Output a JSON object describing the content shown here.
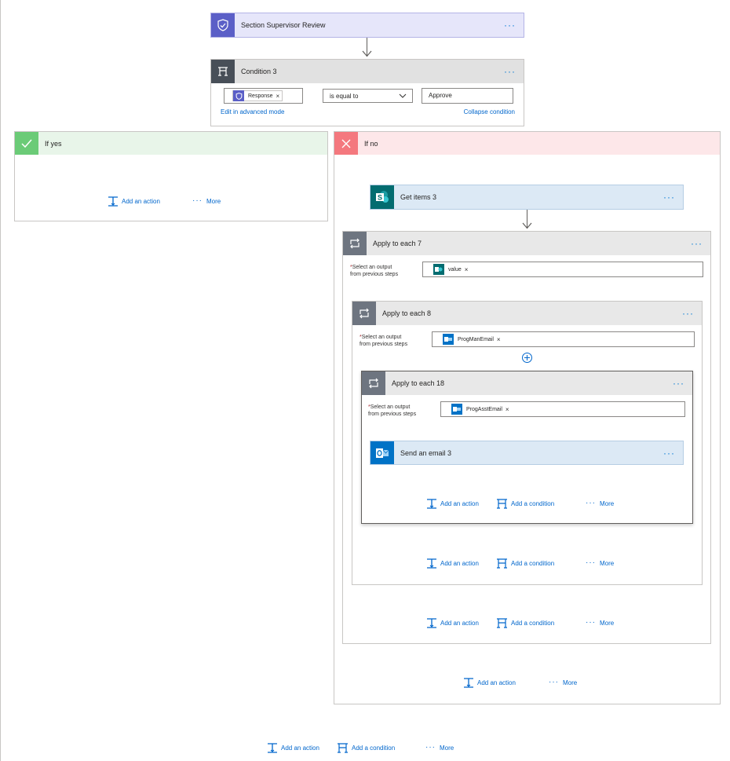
{
  "top_step": {
    "title": "Section Supervisor Review",
    "color": "#5b5fc7",
    "icon": "approval-icon"
  },
  "condition": {
    "title": "Condition 3",
    "left_token": "Response",
    "operator": "is equal to",
    "right_value": "Approve",
    "edit_link": "Edit in advanced mode",
    "collapse_link": "Collapse condition"
  },
  "if_yes": {
    "title": "If yes",
    "add_action": "Add an action",
    "more": "More",
    "color": "#6bcb77"
  },
  "if_no": {
    "title": "If no",
    "add_action": "Add an action",
    "more": "More",
    "color": "#f4787e"
  },
  "get_items": {
    "title": "Get items 3",
    "icon_letter": "S",
    "color": "#036c70"
  },
  "apply7": {
    "title": "Apply to each 7",
    "label_line1": "Select an output",
    "label_line2": "from previous steps",
    "token": "value",
    "add_action": "Add an action",
    "add_condition": "Add a condition",
    "more": "More"
  },
  "apply8": {
    "title": "Apply to each 8",
    "label_line1": "Select an output",
    "label_line2": "from previous steps",
    "token": "ProgManEmail",
    "add_action": "Add an action",
    "add_condition": "Add a condition",
    "more": "More"
  },
  "apply18": {
    "title": "Apply to each 18",
    "label_line1": "Select an output",
    "label_line2": "from previous steps",
    "token": "ProgAsstEmail",
    "add_action": "Add an action",
    "add_condition": "Add a condition",
    "more": "More"
  },
  "send_email": {
    "title": "Send an email 3",
    "color": "#0072c6"
  },
  "bottom": {
    "add_action": "Add an action",
    "add_condition": "Add a condition",
    "more": "More"
  },
  "more_dots": "···"
}
